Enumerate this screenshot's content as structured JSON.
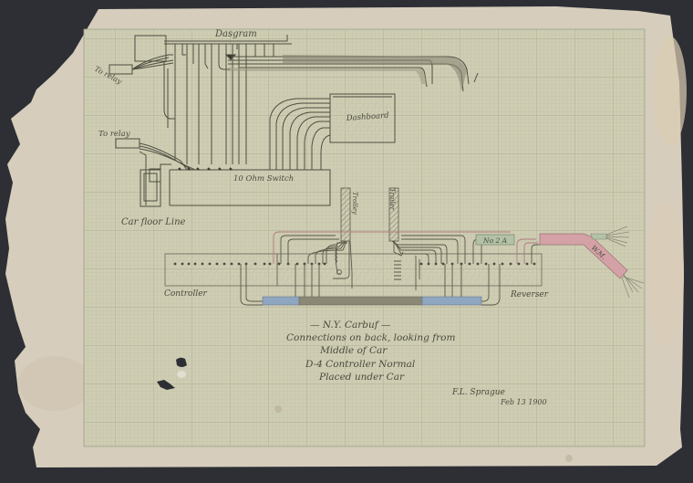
{
  "document": {
    "type": "scanned engineering wiring drawing on graph paper",
    "colors": {
      "background": "#2d2f34",
      "paper_margin": "#d6cdbd",
      "graph_paper": "#cfcdb3",
      "grid_line": "#b9bca0",
      "ink": "#4a4a3e",
      "cable_blue": "#8fa6c0",
      "cable_red": "#d4a2a6",
      "cable_green": "#b3c2a6",
      "cable_dark": "#7a7766"
    }
  },
  "upper_diagram": {
    "label_top": "Dasgram",
    "label_left_upper": "To relay",
    "label_left_lower": "To relay",
    "label_box": "Dashboard",
    "label_bottom_strip": "10 Ohm Switch",
    "label_floor": "Car floor Line"
  },
  "lower_diagram": {
    "label_trolley": "Trolley",
    "label_trailer": "Trailer",
    "label_controller": "Controller",
    "label_reverser": "Reverser",
    "label_cable_green": "No 2 A",
    "label_cable_red": "W.M."
  },
  "caption": {
    "line1": "— N.Y. Carbuf —",
    "line2": "Connections on back, looking from",
    "line3": "Middle of Car",
    "line4": "D-4 Controller Normal",
    "line5": "Placed under Car"
  },
  "signature": {
    "name": "F.L. Sprague",
    "date": "Feb 13 1900"
  }
}
